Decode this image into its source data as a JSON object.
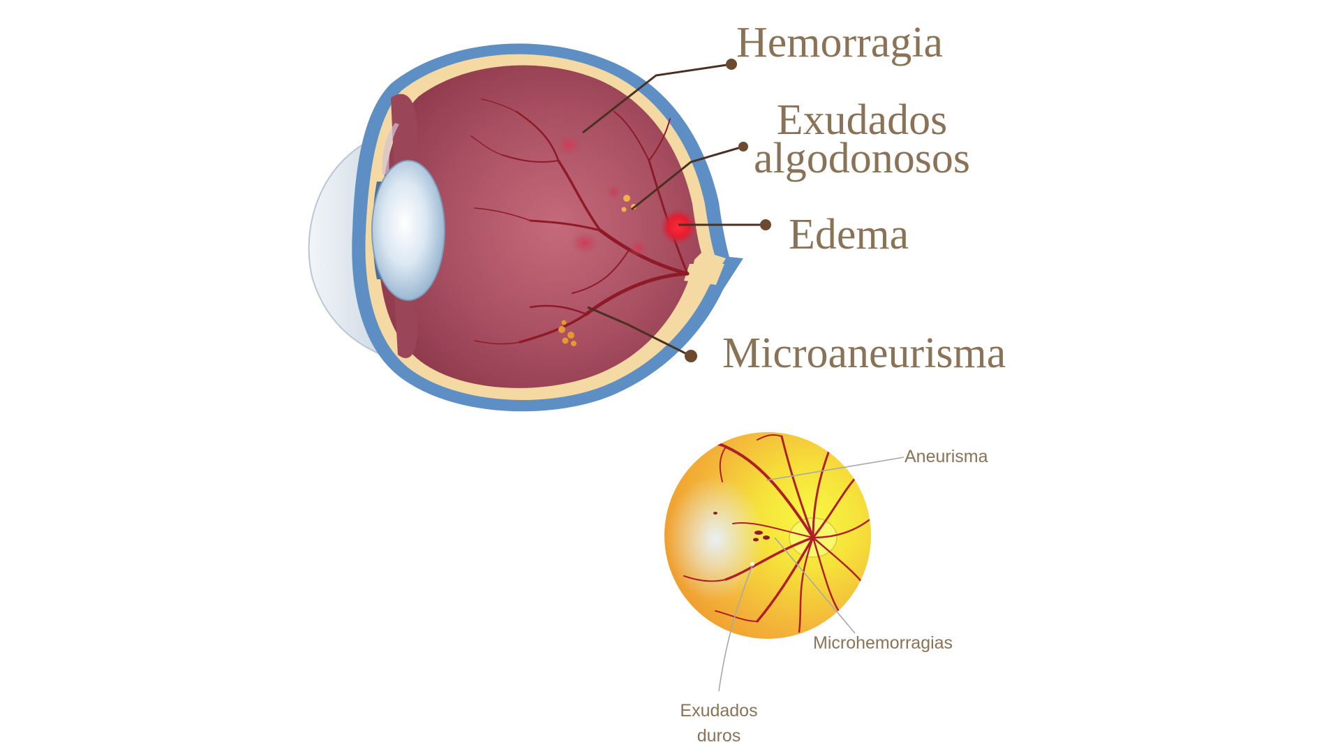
{
  "eye_section": {
    "labels": {
      "hemorragia": "Hemorragia",
      "exudados_algodonosos_line1": "Exudados",
      "exudados_algodonosos_line2": "algodonosos",
      "edema": "Edema",
      "microaneurisma": "Microaneurisma"
    }
  },
  "fundus": {
    "labels": {
      "aneurisma": "Aneurisma",
      "microhemorragias": "Microhemorragias",
      "exudados_duros_line1": "Exudados",
      "exudados_duros_line2": "duros"
    }
  },
  "colors": {
    "label_text": "#8a7256",
    "pointer_line": "#4a3020",
    "pointer_dot": "#6b4a30",
    "retina": "#a64d5e",
    "vessel": "#8e1a28",
    "sclera": "#5e8fc4",
    "fundus_orange": "#f3a93a",
    "fundus_yellow": "#f6f03c"
  }
}
